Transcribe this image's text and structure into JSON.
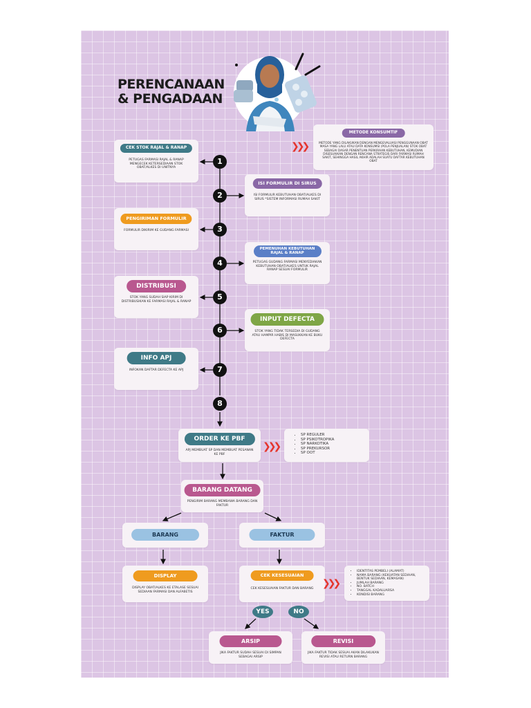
{
  "title": [
    "PERENCANAAN",
    "& PENGADAAN"
  ],
  "metode": {
    "label": "METODE KONSUMTIF",
    "text": "METODE YANG DILAKUKAN DENGAN MENGEVALUASI PENGGUNAAN OBAT MASA YANG LALU ATAU DATA KONSUMSI (POLA PENJUALAN) STOK OBAT SEBAGAI DASAR PENENTUAN PERKIRAAN KEBUTUHAN, KEMUDIAN DISESUAIKAN DENGAN RENCANA STRATEGIS DARI FARMASI RUMAH SAKIT, SEHINGGA HASIL AKHIR ADALAH SUATU DAFTAR KEBUTUHAN OBAT"
  },
  "steps": [
    {
      "num": "1",
      "label": "CEK STOK RAJAL & RANAP",
      "text": "PETUGAS FARMASI RAJAL & RANAP MENGECEK KETERSEDIAAN STOK OBAT/ALKES DI UNITNYA"
    },
    {
      "num": "2",
      "label": "ISI FORMULIR DI SIRUS",
      "text": "ISI FORMULIR KEBUTUHAN OBAT/ALKES DI SIRUS *SISTEM INFORMASI RUMAH SAKIT"
    },
    {
      "num": "3",
      "label": "PENGIRIMAN FORMULIR",
      "text": "FORMULIR DIKIRIM KE GUDANG FARMASI"
    },
    {
      "num": "4",
      "label": "PEMENUHAN KEBUTUHAN RAJAL & RANAP",
      "text": "PETUGAS GUDANG FARMASI MENYEDIAKAN KEBUTUHAN OBAT/ALKES UNTUK RAJAL RANAP SESUAI FORMULIR"
    },
    {
      "num": "5",
      "label": "DISTRIBUSI",
      "text": "STOK YANG SUDAH SIAP KIRIM DI DISTRIBUSIKAN KE FARMASI RAJAL & RANAP"
    },
    {
      "num": "6",
      "label": "INPUT DEFECTA",
      "text": "STOK YANG TIDAK TERSEDIA DI GUDANG ATAU HAMPIR HABIS DI MASUKKAN KE BUKU DEFECTA"
    },
    {
      "num": "7",
      "label": "INFO APJ",
      "text": "INFOKAN DAFTAR DEFECTA KE APJ"
    },
    {
      "num": "8"
    }
  ],
  "order": {
    "label": "ORDER KE PBF",
    "text": "APJ MEMBUAT SP DAN MEMBUAT PESANAN KE PBF",
    "sp": [
      "SP REGULER",
      "SP PSIKOTROPIKA",
      "SP NARKOTIKA",
      "SP PREKURSOR",
      "SP OOT"
    ]
  },
  "barang_datang": {
    "label": "BARANG DATANG",
    "text": "PENGIRIM BARANG MEMBAWA BARANG DAN FAKTUR"
  },
  "barang": {
    "label": "BARANG"
  },
  "faktur": {
    "label": "FAKTUR"
  },
  "display": {
    "label": "DISPLAY",
    "text": "DISPLAY OBAT/ALKES KE ETALASE SESUAI SEDIAAN FARMASI DAN ALFABETIS"
  },
  "cek_kesesuaian": {
    "label": "CEK KESESUAIAN",
    "text": "CEK KESESUAIAN FAKTUR DAN BARANG",
    "items": [
      "IDENTITAS PEMBELI (ALAMAT)",
      "NAMA BARANG (KEKUATAN SEDIAAN, BENTUK SEDIAAN, KEMASAN)",
      "JUMLAH BARANG",
      "NO. BATCH",
      "TANGGAL KADALUARSA",
      "KONDISI BARANG"
    ]
  },
  "yes": "YES",
  "no": "NO",
  "arsip": {
    "label": "ARSIP",
    "text": "JIKA FAKTUR SUDAH SESUAI DI SIMPAN SEBAGAI ARSIP"
  },
  "revisi": {
    "label": "REVISI",
    "text": "JIKA FAKTUR TIDAK SESUAI AKAN DILAKUKAN REVISI ATAU RETURN BARANG"
  },
  "colors": {
    "background": "#dcc5e4",
    "teal": "#3f7a87",
    "purple": "#8a68a6",
    "orange": "#ef9b1f",
    "pink": "#b9588f",
    "green": "#7fa646",
    "blue": "#5b7fc7",
    "sky": "#9ac2e2",
    "arrow_red": "#e5352d"
  },
  "icons": [
    "pharmacist-illustration",
    "triple-chevron-arrow-icon"
  ]
}
